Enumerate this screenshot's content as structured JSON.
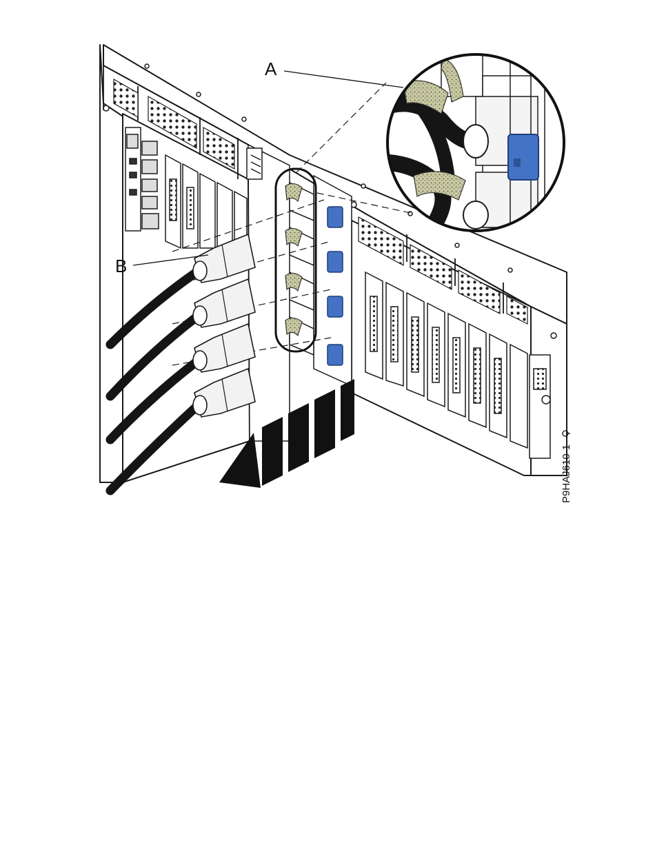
{
  "figure": {
    "callouts": [
      {
        "label": "A",
        "target": "strain-relief-strap"
      },
      {
        "label": "B",
        "target": "power-cord-connector"
      }
    ],
    "figure_id": "P9HAJ610-1",
    "colors": {
      "outline": "#1a1a1a",
      "latch_blue": "#4472c4",
      "strap_fill": "#c9c9a0",
      "cable": "#151515",
      "connector_fill": "#f2f2f2",
      "background": "#ffffff"
    },
    "icons": {
      "pull_direction": "dashed-arrow-left-down",
      "orientation_mark": "wrench-icon"
    },
    "power_supply_count": 4
  }
}
